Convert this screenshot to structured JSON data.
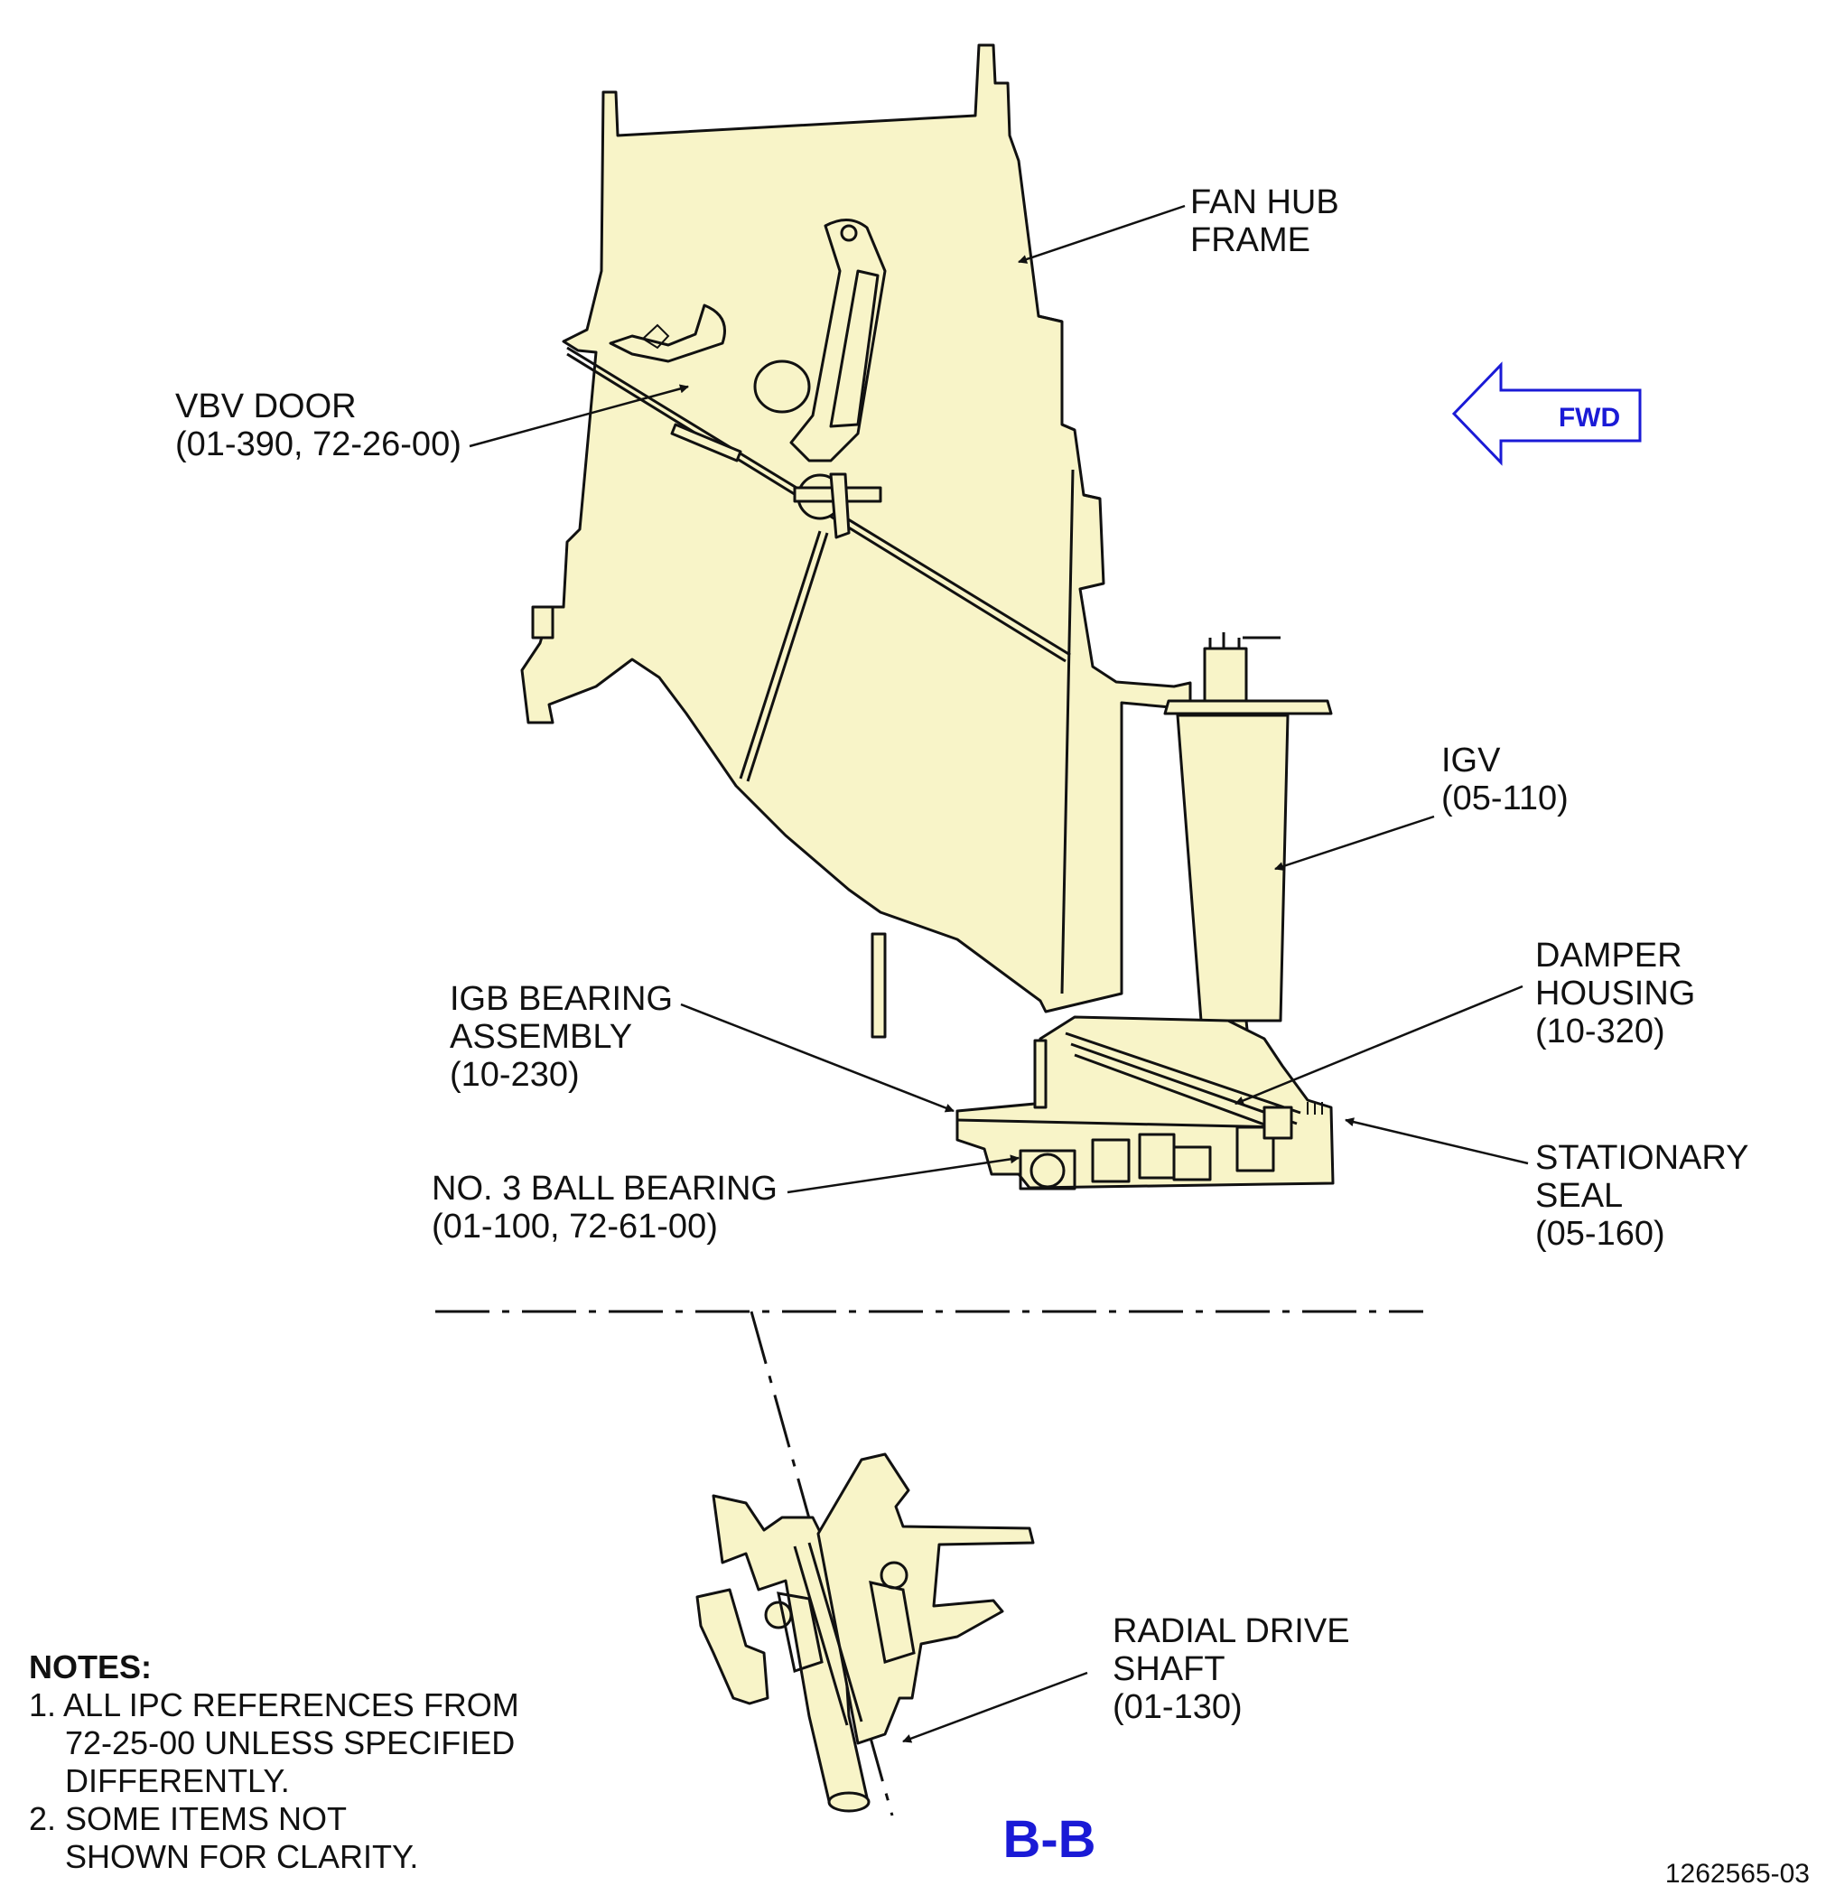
{
  "colors": {
    "part_fill": "#f8f4c8",
    "line": "#111111",
    "accent_blue": "#1a1ad6"
  },
  "direction_indicator": {
    "label": "FWD",
    "icon": "arrow-left-icon"
  },
  "callouts": {
    "fan_hub_frame": [
      "FAN HUB",
      "FRAME"
    ],
    "vbv_door": [
      "VBV DOOR",
      "(01-390, 72-26-00)"
    ],
    "igv": [
      "IGV",
      "(05-110)"
    ],
    "damper_housing": [
      "DAMPER",
      "HOUSING",
      "(10-320)"
    ],
    "igb_bearing_assembly": [
      "IGB BEARING",
      "ASSEMBLY",
      "(10-230)"
    ],
    "stationary_seal": [
      "STATIONARY",
      "SEAL",
      "(05-160)"
    ],
    "no3_ball_bearing": [
      "NO. 3 BALL BEARING",
      "(01-100, 72-61-00)"
    ],
    "radial_drive_shaft": [
      "RADIAL DRIVE",
      "SHAFT",
      "(01-130)"
    ]
  },
  "view_label": "B-B",
  "notes": {
    "heading": "NOTES:",
    "lines": [
      "1. ALL IPC REFERENCES FROM",
      "72-25-00 UNLESS SPECIFIED",
      "DIFFERENTLY.",
      "2. SOME ITEMS NOT",
      "SHOWN FOR CLARITY."
    ]
  },
  "figure_number": "1262565-03"
}
